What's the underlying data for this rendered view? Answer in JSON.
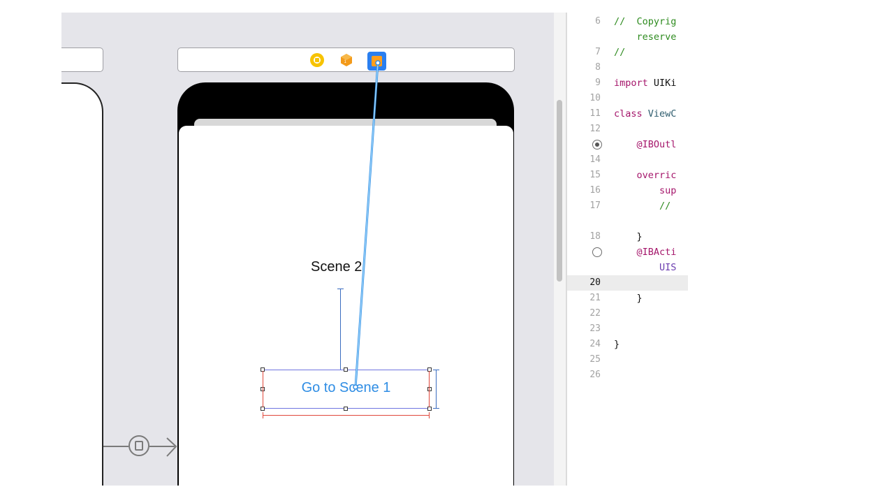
{
  "canvas": {
    "scene_title": "Scene 2",
    "button_label": "Go to Scene 1",
    "dock_icons": [
      "view-controller-icon",
      "first-responder-icon",
      "exit-icon"
    ]
  },
  "editor": {
    "current_line": "20",
    "lines": [
      {
        "num": "6",
        "text": "//  Copyrig",
        "kind": "comment"
      },
      {
        "num": "",
        "text": "    reserve",
        "kind": "comment"
      },
      {
        "num": "7",
        "text": "//",
        "kind": "comment"
      },
      {
        "num": "8",
        "text": "",
        "kind": "plain"
      },
      {
        "num": "9",
        "text": "import",
        "rest": " UIKi",
        "kind": "keyword"
      },
      {
        "num": "10",
        "text": "",
        "kind": "plain"
      },
      {
        "num": "11",
        "text": "class",
        "rest": " ViewC",
        "kind": "keyword"
      },
      {
        "num": "12",
        "text": "",
        "kind": "plain"
      },
      {
        "num": "",
        "text": "    @IBOutl",
        "kind": "attr",
        "gutter": "filled"
      },
      {
        "num": "14",
        "text": "",
        "kind": "plain"
      },
      {
        "num": "15",
        "text": "    overric",
        "kind": "keyword"
      },
      {
        "num": "16",
        "text": "        sup",
        "kind": "keyword"
      },
      {
        "num": "17",
        "text": "        //",
        "kind": "comment"
      },
      {
        "num": "",
        "text": "",
        "kind": "plain"
      },
      {
        "num": "18",
        "text": "    }",
        "kind": "plain"
      },
      {
        "num": "",
        "text": "    @IBActi",
        "kind": "attr",
        "gutter": "empty"
      },
      {
        "num": "",
        "text": "        UIS",
        "kind": "purple"
      },
      {
        "num": "20",
        "text": "",
        "kind": "plain",
        "current": true
      },
      {
        "num": "21",
        "text": "    }",
        "kind": "plain"
      },
      {
        "num": "22",
        "text": "",
        "kind": "plain"
      },
      {
        "num": "23",
        "text": "",
        "kind": "plain"
      },
      {
        "num": "24",
        "text": "}",
        "kind": "plain"
      },
      {
        "num": "25",
        "text": "",
        "kind": "plain"
      },
      {
        "num": "26",
        "text": "",
        "kind": "plain"
      }
    ]
  },
  "colors": {
    "accent": "#2a7ff0",
    "button_text": "#2f8de4",
    "connection_line": "#5ab4f0",
    "constraint_red": "#e0473a",
    "comment_green": "#2e8b1f",
    "keyword_pink": "#a5166b"
  }
}
